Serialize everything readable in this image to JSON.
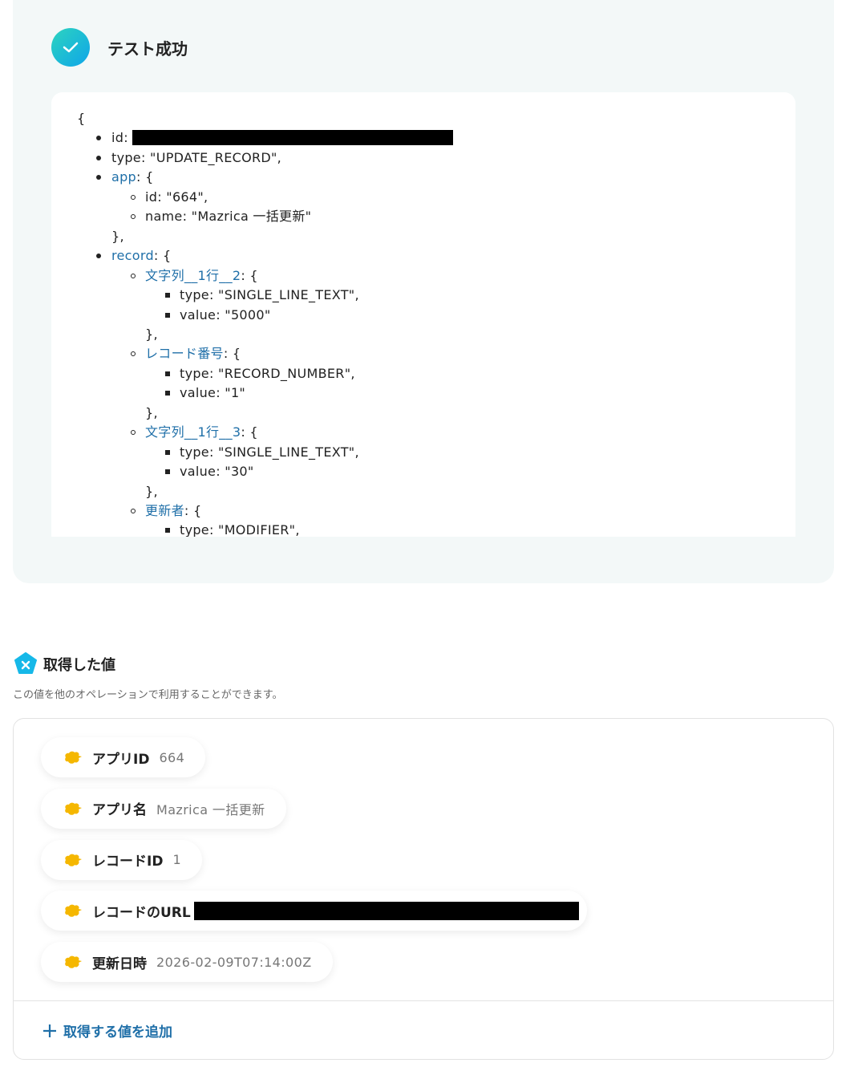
{
  "test_result": {
    "title": "テスト成功"
  },
  "json_lines": [
    {
      "level": 0,
      "bullet": "none",
      "key": "",
      "link": false,
      "rest": "{"
    },
    {
      "level": 1,
      "bullet": "disc",
      "key": "id",
      "link": false,
      "rest": "",
      "redacted": true
    },
    {
      "level": 1,
      "bullet": "disc",
      "key": "type",
      "link": false,
      "rest": ": \"UPDATE_RECORD\","
    },
    {
      "level": 1,
      "bullet": "disc",
      "key": "app",
      "link": true,
      "rest": ": {"
    },
    {
      "level": 2,
      "bullet": "circle",
      "key": "id",
      "link": false,
      "rest": ": \"664\","
    },
    {
      "level": 2,
      "bullet": "circle",
      "key": "name",
      "link": false,
      "rest": ": \"Mazrica 一括更新\""
    },
    {
      "level": 1,
      "bullet": "none",
      "key": "",
      "link": false,
      "rest": "},"
    },
    {
      "level": 1,
      "bullet": "disc",
      "key": "record",
      "link": true,
      "rest": ": {"
    },
    {
      "level": 2,
      "bullet": "circle",
      "key": "文字列__1行__2",
      "link": true,
      "rest": ": {"
    },
    {
      "level": 3,
      "bullet": "square",
      "key": "type",
      "link": false,
      "rest": ": \"SINGLE_LINE_TEXT\","
    },
    {
      "level": 3,
      "bullet": "square",
      "key": "value",
      "link": false,
      "rest": ": \"5000\""
    },
    {
      "level": 2,
      "bullet": "none",
      "key": "",
      "link": false,
      "rest": "},"
    },
    {
      "level": 2,
      "bullet": "circle",
      "key": "レコード番号",
      "link": true,
      "rest": ": {"
    },
    {
      "level": 3,
      "bullet": "square",
      "key": "type",
      "link": false,
      "rest": ": \"RECORD_NUMBER\","
    },
    {
      "level": 3,
      "bullet": "square",
      "key": "value",
      "link": false,
      "rest": ": \"1\""
    },
    {
      "level": 2,
      "bullet": "none",
      "key": "",
      "link": false,
      "rest": "},"
    },
    {
      "level": 2,
      "bullet": "circle",
      "key": "文字列__1行__3",
      "link": true,
      "rest": ": {"
    },
    {
      "level": 3,
      "bullet": "square",
      "key": "type",
      "link": false,
      "rest": ": \"SINGLE_LINE_TEXT\","
    },
    {
      "level": 3,
      "bullet": "square",
      "key": "value",
      "link": false,
      "rest": ": \"30\""
    },
    {
      "level": 2,
      "bullet": "none",
      "key": "",
      "link": false,
      "rest": "},"
    },
    {
      "level": 2,
      "bullet": "circle",
      "key": "更新者",
      "link": true,
      "rest": ": {"
    },
    {
      "level": 3,
      "bullet": "square",
      "key": "type",
      "link": false,
      "rest": ": \"MODIFIER\","
    }
  ],
  "obtained": {
    "title": "取得した値",
    "subtitle": "この値を他のオペレーションで利用することができます。",
    "items": [
      {
        "label": "アプリID",
        "value": "664"
      },
      {
        "label": "アプリ名",
        "value": "Mazrica 一括更新"
      },
      {
        "label": "レコードID",
        "value": "1"
      },
      {
        "label": "レコードのURL",
        "value": "",
        "redacted": true
      },
      {
        "label": "更新日時",
        "value": "2026-02-09T07:14:00Z"
      }
    ],
    "add_label": "取得する値を追加",
    "app_icon": "kintone-icon"
  },
  "colors": {
    "accent": "#1f6fa8",
    "card_bg": "#f3f8f8",
    "kintone": "#f5b700"
  }
}
